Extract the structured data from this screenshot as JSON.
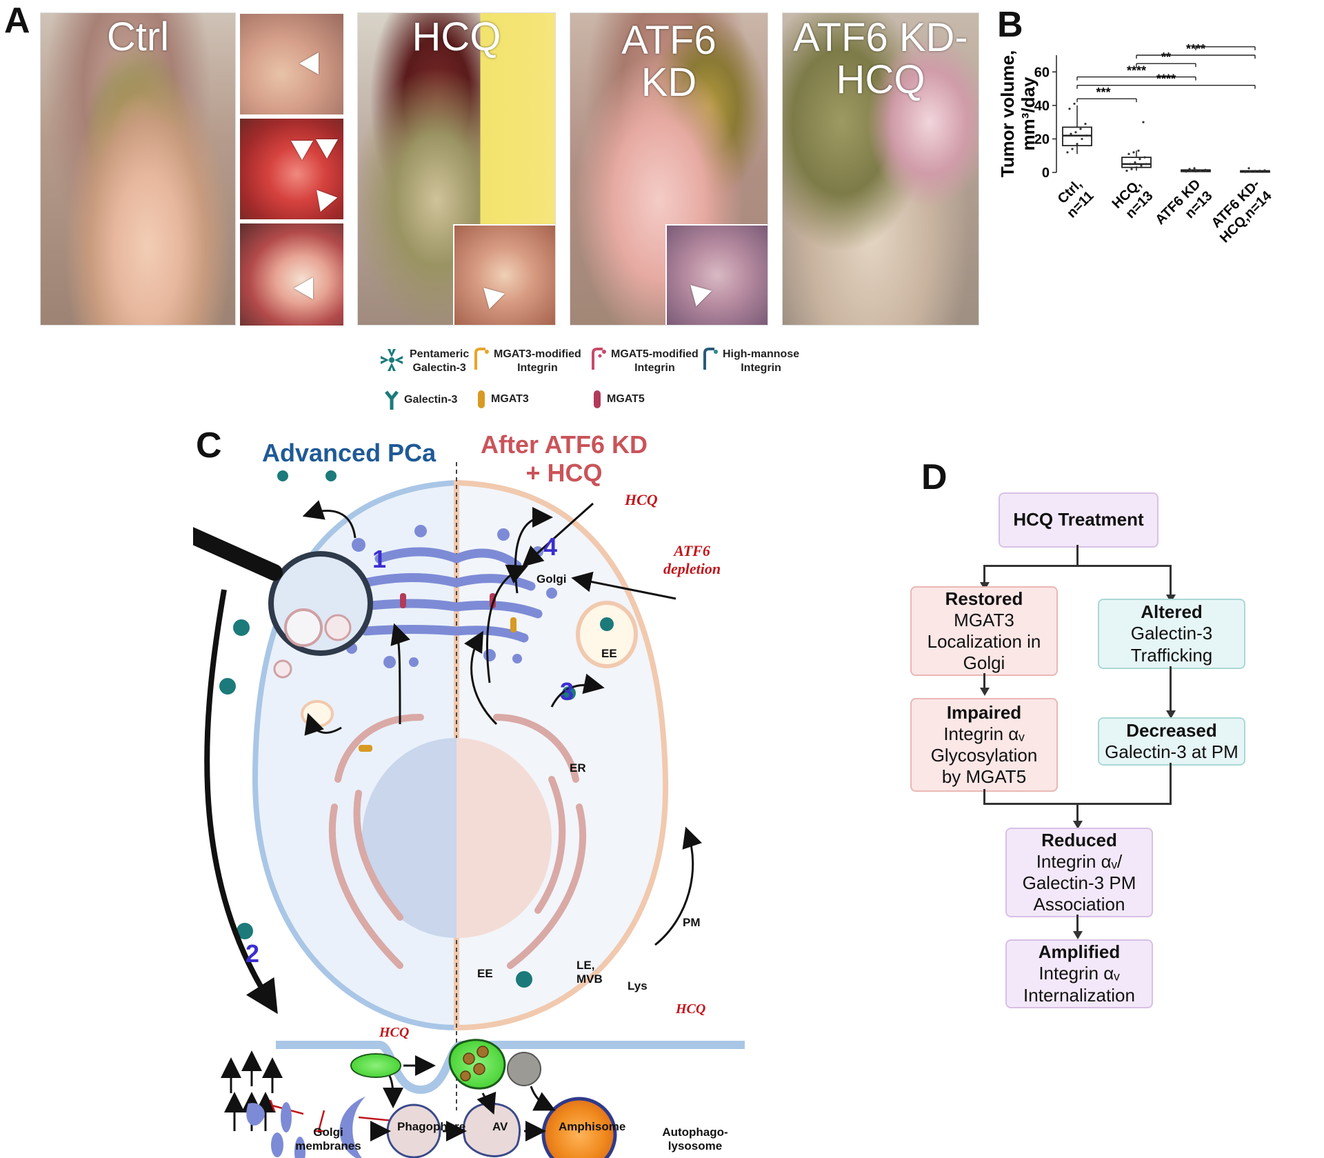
{
  "panels": {
    "a": "A",
    "b": "B",
    "c": "C",
    "d": "D"
  },
  "panelA": {
    "photo_labels": [
      "Ctrl",
      "HCQ",
      "ATF6\nKD",
      "ATF6 KD-\nHCQ"
    ]
  },
  "chart_data": {
    "type": "box",
    "ylabel": "Tumor volume,\nmm³/day",
    "categories": [
      "Ctrl,\nn=11",
      "HCQ,\nn=13",
      "ATF6 KD\nn=13",
      "ATF6 KD-\nHCQ,n=14"
    ],
    "ylim": [
      0,
      70
    ],
    "yticks": [
      0,
      20,
      40,
      60
    ],
    "boxes": [
      {
        "q1": 16,
        "median": 22,
        "q3": 27,
        "whisker_low": 11,
        "whisker_high": 40,
        "points": [
          12,
          14,
          17,
          20,
          22,
          23,
          24,
          26,
          29,
          38,
          41
        ]
      },
      {
        "q1": 3,
        "median": 5,
        "q3": 9,
        "whisker_low": 1,
        "whisker_high": 13,
        "points": [
          1,
          2,
          3,
          4,
          5,
          5,
          6,
          8,
          9,
          11,
          12,
          13,
          30
        ]
      },
      {
        "q1": 0.5,
        "median": 1,
        "q3": 1.5,
        "whisker_low": 0,
        "whisker_high": 2,
        "points": [
          0.5,
          1,
          1,
          1,
          1.5,
          2,
          2.5
        ]
      },
      {
        "q1": 0.3,
        "median": 0.6,
        "q3": 1,
        "whisker_low": 0,
        "whisker_high": 1.5,
        "points": [
          0.3,
          0.5,
          0.6,
          1,
          1.2,
          2.5
        ]
      }
    ],
    "significance": [
      {
        "from": 0,
        "to": 1,
        "label": "***"
      },
      {
        "from": 0,
        "to": 2,
        "label": "****"
      },
      {
        "from": 1,
        "to": 2,
        "label": "**"
      },
      {
        "from": 0,
        "to": 3,
        "label": "****"
      },
      {
        "from": 1,
        "to": 3,
        "label": "****"
      },
      {
        "from": 2,
        "to": 3,
        "label": "**"
      }
    ]
  },
  "legend": {
    "pentameric": "Pentameric\nGalectin-3",
    "mgat3_integrin": "MGAT3-modified\nIntegrin",
    "mgat5_integrin": "MGAT5-modified\nIntegrin",
    "high_mannose": "High-mannose\nIntegrin",
    "galectin3": "Galectin-3",
    "mgat3": "MGAT3",
    "mgat5": "MGAT5"
  },
  "panelC": {
    "title_left": "Advanced PCa",
    "title_right": "After ATF6 KD\n+ HCQ",
    "hcq_label": "HCQ",
    "atf6_label": "ATF6\ndepletion",
    "golgi": "Golgi",
    "ee": "EE",
    "er": "ER",
    "pm": "PM",
    "nums": [
      "1",
      "2",
      "3",
      "4"
    ],
    "bottom": {
      "ee": "EE",
      "le": "LE,\nMVB",
      "lys": "Lys",
      "hcq1": "HCQ",
      "hcq2": "HCQ",
      "golgi_membranes": "Golgi\nmembranes",
      "phagophore": "Phagophore",
      "av": "AV",
      "amphisome": "Amphisome",
      "autophagolysosome": "Autophago-\nlysosome"
    },
    "colors": {
      "left_title": "#1f5a96",
      "right_title": "#c9545a",
      "numbers": "#3b2fd0",
      "hcq": "#c0161c"
    }
  },
  "panelD": {
    "top": "HCQ Treatment",
    "restored_bold": "Restored",
    "restored_rest": "MGAT3\nLocalization in\nGolgi",
    "altered_bold": "Altered",
    "altered_rest": "Galectin-3\nTrafficking",
    "impaired_bold": "Impaired",
    "impaired_rest": "Integrin αᵥ\nGlycosylation\nby MGAT5",
    "decreased_bold": "Decreased",
    "decreased_rest": "Galectin-3 at PM",
    "reduced_bold": "Reduced",
    "reduced_rest": "Integrin αᵥ/\nGalectin-3 PM\nAssociation",
    "amplified_bold": "Amplified",
    "amplified_rest": "Integrin αᵥ\nInternalization"
  }
}
